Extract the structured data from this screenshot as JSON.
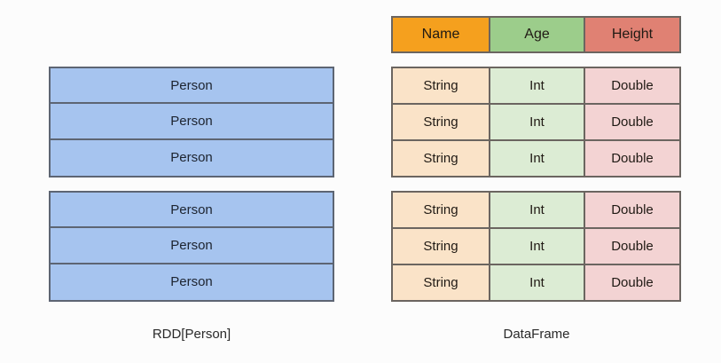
{
  "diagram": {
    "title_left": "RDD[Person]",
    "title_right": "DataFrame",
    "left": {
      "label": "RDD[Person]",
      "row_label": "Person",
      "groups": [
        {
          "rows": [
            "Person",
            "Person",
            "Person"
          ]
        },
        {
          "rows": [
            "Person",
            "Person",
            "Person"
          ]
        }
      ],
      "box_color": "#a6c4ef",
      "border_color": "#5d6573"
    },
    "right": {
      "label": "DataFrame",
      "border_color": "#6b6560",
      "columns": [
        {
          "header": "Name",
          "header_color": "#f5a01e",
          "cell_color": "#fae3c8",
          "type": "String"
        },
        {
          "header": "Age",
          "header_color": "#9ccd8b",
          "cell_color": "#dcecd4",
          "type": "Int"
        },
        {
          "header": "Height",
          "header_color": "#e08173",
          "cell_color": "#f3d3d3",
          "type": "Double"
        }
      ],
      "groups": [
        {
          "rows": [
            [
              "String",
              "Int",
              "Double"
            ],
            [
              "String",
              "Int",
              "Double"
            ],
            [
              "String",
              "Int",
              "Double"
            ]
          ]
        },
        {
          "rows": [
            [
              "String",
              "Int",
              "Double"
            ],
            [
              "String",
              "Int",
              "Double"
            ],
            [
              "String",
              "Int",
              "Double"
            ]
          ]
        }
      ]
    }
  }
}
